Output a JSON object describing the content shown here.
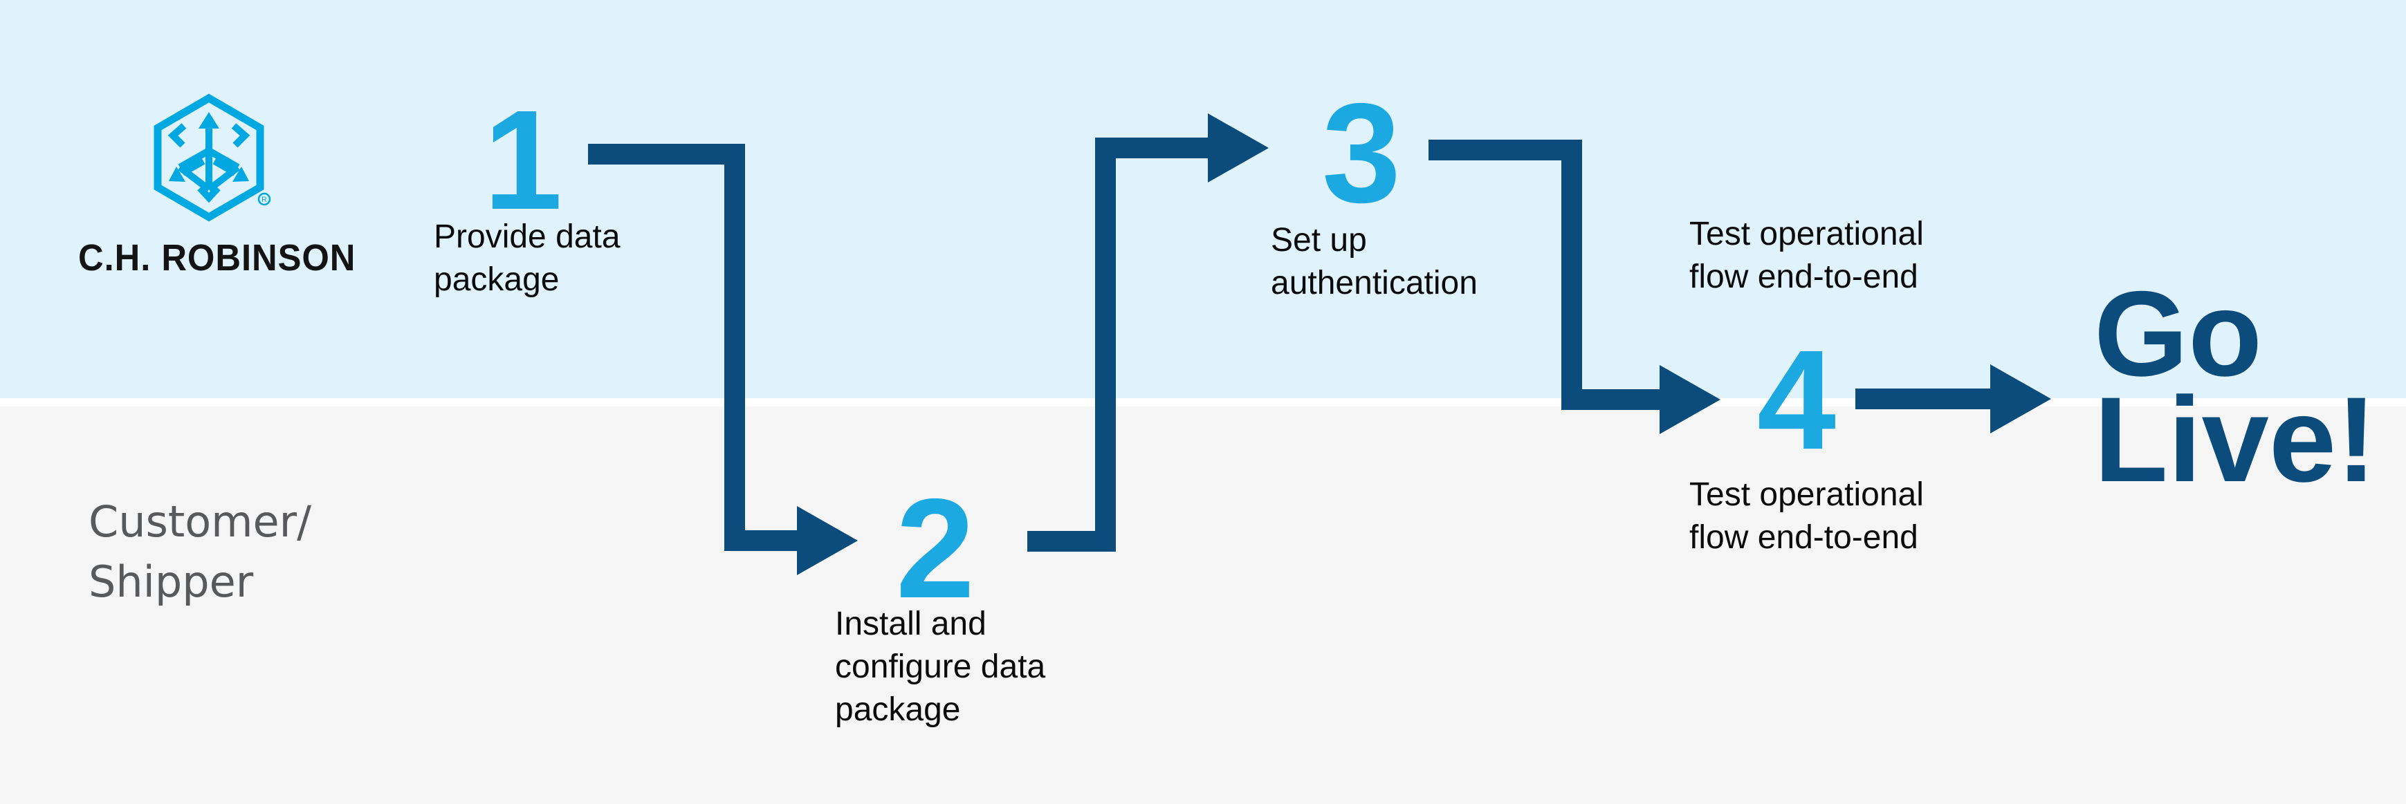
{
  "brand": {
    "name": "C.H. ROBINSON",
    "registered_mark": "R",
    "logo_icon": "hexagon-cube-arrows"
  },
  "lanes": {
    "bottom_label_lines": [
      "Customer/",
      "Shipper"
    ]
  },
  "steps": [
    {
      "number": "1",
      "label_lines": [
        "Provide data",
        "package"
      ]
    },
    {
      "number": "2",
      "label_lines": [
        "Install and",
        "configure data",
        "package"
      ]
    },
    {
      "number": "3",
      "label_lines": [
        "Set up",
        "authentication"
      ]
    },
    {
      "number": "4",
      "label_top_lines": [
        "Test operational",
        "flow end-to-end"
      ],
      "label_bottom_lines": [
        "Test operational",
        "flow end-to-end"
      ]
    }
  ],
  "finale": {
    "lines": [
      "Go",
      "Live!"
    ]
  },
  "colors": {
    "navy": "#0b4c7d",
    "cyan": "#1ca9e2",
    "logo-cyan": "#00a8e1",
    "band-top": "#e0f2fb",
    "band-bottom": "#f5f5f6",
    "divider": "#ffffff",
    "ink": "#0b0b0b",
    "lane-label": "#58595b"
  }
}
